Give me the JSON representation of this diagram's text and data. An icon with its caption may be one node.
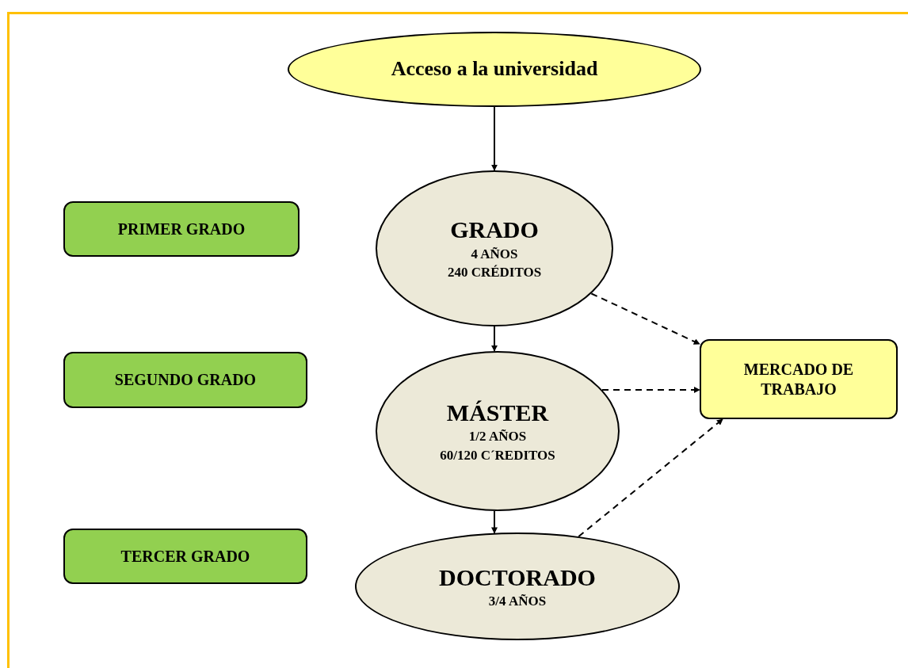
{
  "diagram": {
    "nodes": [
      {
        "text": [
          "Acceso a la universidad"
        ]
      },
      {
        "text": [
          "PRIMER GRADO"
        ]
      },
      {
        "text": [
          "GRADO",
          "4 AÑOS",
          "240 CRÉDITOS"
        ]
      },
      {
        "text": [
          "SEGUNDO GRADO"
        ]
      },
      {
        "text": [
          "MÁSTER",
          "1/2 AÑOS",
          "60/120 C´REDITOS"
        ]
      },
      {
        "text": [
          "MERCADO DE TRABAJO"
        ]
      },
      {
        "text": [
          "TERCER GRADO"
        ]
      },
      {
        "text": [
          "DOCTORADO",
          "3/4 AÑOS"
        ]
      }
    ],
    "edges": [
      {
        "from": 0,
        "to": 2,
        "arrow": "to"
      },
      {
        "from": 2,
        "to": 4,
        "arrow": "to"
      },
      {
        "from": 4,
        "to": 7,
        "arrow": "to"
      },
      {
        "from": 2,
        "to": 5,
        "arrow": "to",
        "style": "dashed"
      },
      {
        "from": 4,
        "to": 5,
        "arrow": "to",
        "style": "dashed"
      },
      {
        "from": 7,
        "to": 5,
        "arrow": "to",
        "style": "dashed"
      }
    ]
  }
}
